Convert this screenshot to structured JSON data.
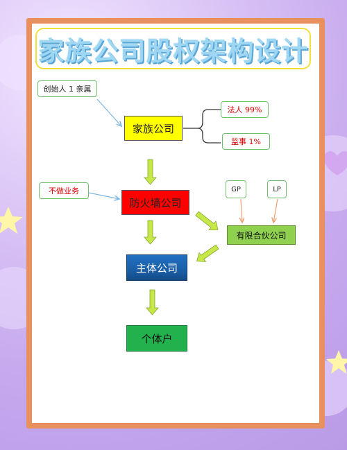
{
  "title": "家族公司股权架构设计",
  "nodes": {
    "founder": "创始人 1 亲属",
    "family_company": "家族公司",
    "legal_person": "法人 99%",
    "supervisor": "监事 1%",
    "no_business": "不做业务",
    "firewall_company": "防火墙公司",
    "gp": "GP",
    "lp": "LP",
    "limited_partnership": "有限合伙公司",
    "main_company": "主体公司",
    "individual": "个体户"
  },
  "colors": {
    "family_company_fill": "#ffff00",
    "firewall_fill": "#ff0000",
    "main_company_fill": "#1a5fa8",
    "individual_fill": "#22b14c",
    "partnership_fill": "#8fd14f",
    "arrow_green": "#a8d83a",
    "note_red_text": "#e00000"
  }
}
